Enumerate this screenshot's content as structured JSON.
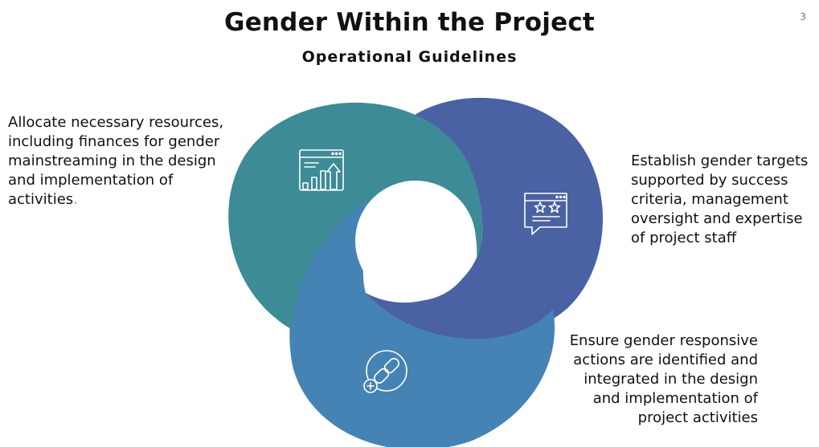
{
  "slide": {
    "page_number": "3",
    "title": "Gender Within the Project",
    "subtitle": "Operational Guidelines"
  },
  "diagram": {
    "colors": {
      "teal": "#3d8b97",
      "navy": "#4a62a4",
      "blue": "#4583b5",
      "center": "#ffffff"
    },
    "segments": [
      {
        "id": "resources",
        "color": "teal",
        "icon": "growth-chart-icon",
        "text": "Allocate necessary resources, including finances for gender mainstreaming in the design and implementation of activities",
        "text_end": "."
      },
      {
        "id": "targets",
        "color": "navy",
        "icon": "rating-feedback-icon",
        "text": "Establish gender targets supported by success criteria, management oversight and expertise of project staff"
      },
      {
        "id": "actions",
        "color": "blue",
        "icon": "add-link-icon",
        "text": "Ensure gender responsive actions are identified and integrated in the design and implementation of project activities"
      }
    ]
  }
}
